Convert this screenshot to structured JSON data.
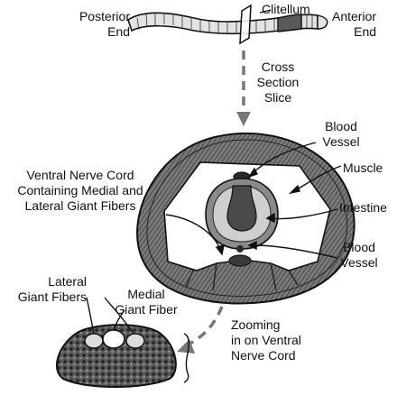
{
  "labels": {
    "posterior_end": [
      "Posterior",
      "End"
    ],
    "clitellum": "Clitellum",
    "anterior_end": [
      "Anterior",
      "End"
    ],
    "cross_section_slice": [
      "Cross",
      "Section",
      "Slice"
    ],
    "blood_vessel_top": [
      "Blood",
      "Vessel"
    ],
    "muscle": "Muscle",
    "intestine": "Intestine",
    "blood_vessel_bottom": [
      "Blood",
      "Vessel"
    ],
    "ventral_nerve_cord": [
      "Ventral Nerve Cord",
      "Containing Medial and",
      "Lateral Giant Fibers"
    ],
    "lateral_giant_fibers": [
      "Lateral",
      "Giant Fibers"
    ],
    "medial_giant_fiber": [
      "Medial",
      "Giant Fiber"
    ],
    "zooming": [
      "Zooming",
      "in on Ventral",
      "Nerve Cord"
    ]
  },
  "colors": {
    "ink": "#111111",
    "muscle_fill": "#6e6e6e",
    "worm_fill": "#d9d9d9",
    "arrow_dash": "#777777",
    "nerve_fill": "#4a4a4a"
  }
}
